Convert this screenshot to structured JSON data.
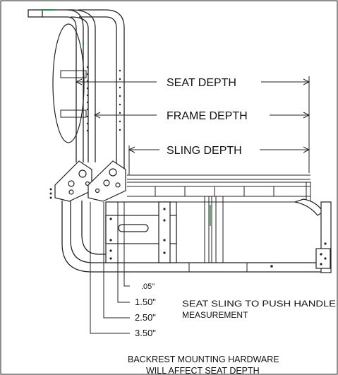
{
  "labels": {
    "seat_depth": "SEAT DEPTH",
    "frame_depth": "FRAME DEPTH",
    "sling_depth": "SLING DEPTH"
  },
  "offsets": {
    "o05": ".05\"",
    "o150": "1.50\"",
    "o250": "2.50\"",
    "o350": "3.50\""
  },
  "notes": {
    "seat_sling_line1": "SEAT SLING TO PUSH HANDLE",
    "seat_sling_line2": "MEASUREMENT",
    "backrest_line1": "BACKREST MOUNTING HARDWARE",
    "backrest_line2": "WILL AFFECT SEAT DEPTH"
  }
}
